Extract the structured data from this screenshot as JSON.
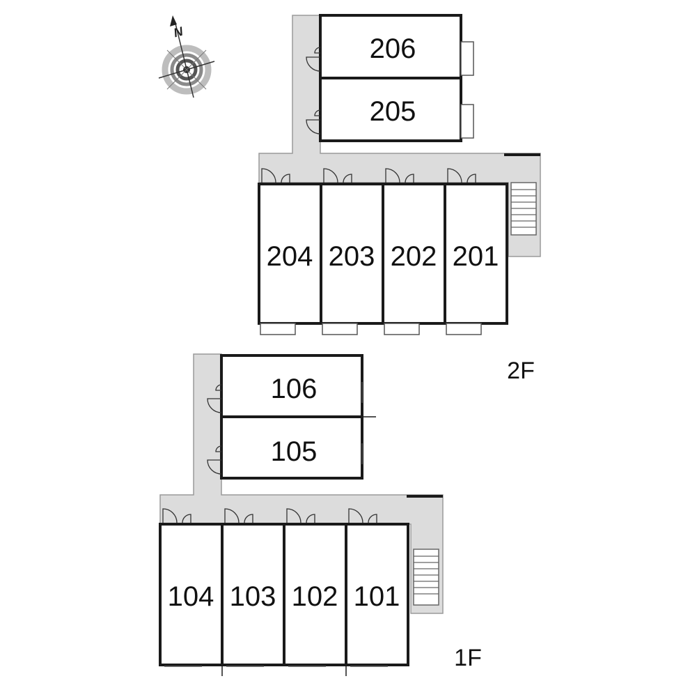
{
  "compass": {
    "letter": "N",
    "icon": "compass-rose-icon"
  },
  "floors": [
    {
      "label": "2F",
      "units_wing": [
        {
          "label": "206"
        },
        {
          "label": "205"
        }
      ],
      "units_row": [
        {
          "label": "204"
        },
        {
          "label": "203"
        },
        {
          "label": "202"
        },
        {
          "label": "201"
        }
      ]
    },
    {
      "label": "1F",
      "units_wing": [
        {
          "label": "106"
        },
        {
          "label": "105"
        }
      ],
      "units_row": [
        {
          "label": "104"
        },
        {
          "label": "103"
        },
        {
          "label": "102"
        },
        {
          "label": "101"
        }
      ]
    }
  ],
  "colors": {
    "corridor": "#dcdcdc",
    "wall": "#1a1a1a",
    "background": "#ffffff"
  }
}
